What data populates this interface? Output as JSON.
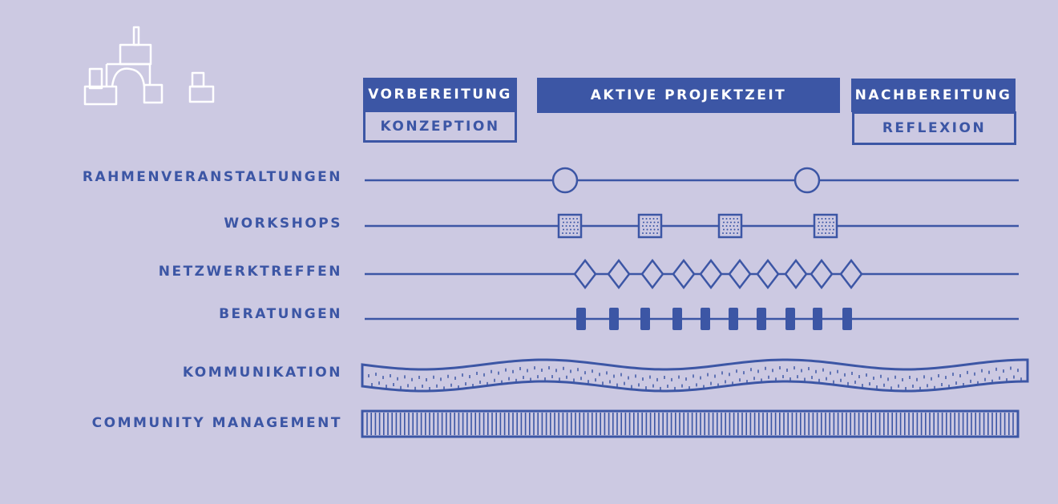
{
  "phases": {
    "vorbereitung": "Vorbereitung",
    "konzeption": "Konzeption",
    "aktiv": "Aktive Projektzeit",
    "nachbereitung": "Nachbereitung",
    "reflexion": "Reflexion"
  },
  "rows": [
    {
      "label": "Rahmenveranstaltungen",
      "marker": "circle",
      "count": 2
    },
    {
      "label": "Workshops",
      "marker": "dotted-square",
      "count": 4
    },
    {
      "label": "Netzwerktreffen",
      "marker": "diamond",
      "count": 10
    },
    {
      "label": "Beratungen",
      "marker": "bar",
      "count": 10
    },
    {
      "label": "Kommunikation",
      "marker": "wavy-band",
      "count": 0
    },
    {
      "label": "Community Management",
      "marker": "striped-band",
      "count": 0
    }
  ],
  "colors": {
    "background": "#ccc9e2",
    "accent": "#3c56a5",
    "logo": "#ffffff"
  }
}
